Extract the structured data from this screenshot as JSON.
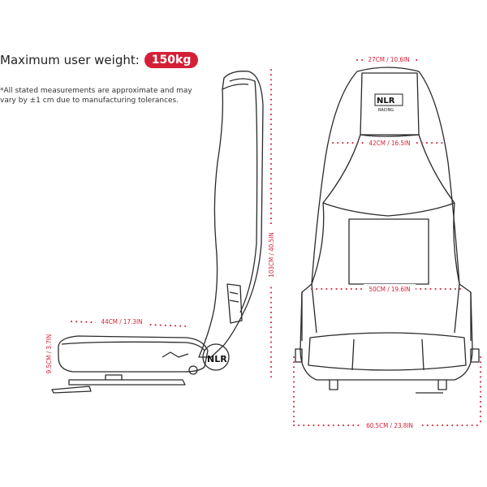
{
  "weight": {
    "label": "Maximum user weight:",
    "value": "150kg"
  },
  "note": "*All stated measurements are approximate and may vary by ±1 cm due to manufacturing tolerances.",
  "dimensions": {
    "seat_depth": "44CM / 17.3IN",
    "seat_thickness": "9.5CM / 3.7IN",
    "total_height": "103CM / 40.5IN",
    "top_width": "27CM / 10.6IN",
    "back_width": "42CM / 16.5IN",
    "mid_width": "50CM / 19.6IN",
    "base_width": "60.5CM / 23.8IN"
  },
  "logos": {
    "side": "NLR",
    "headrest_top": "NLR",
    "headrest_bottom": "RACING"
  },
  "colors": {
    "accent": "#d42037",
    "line": "#2a2a2a"
  }
}
